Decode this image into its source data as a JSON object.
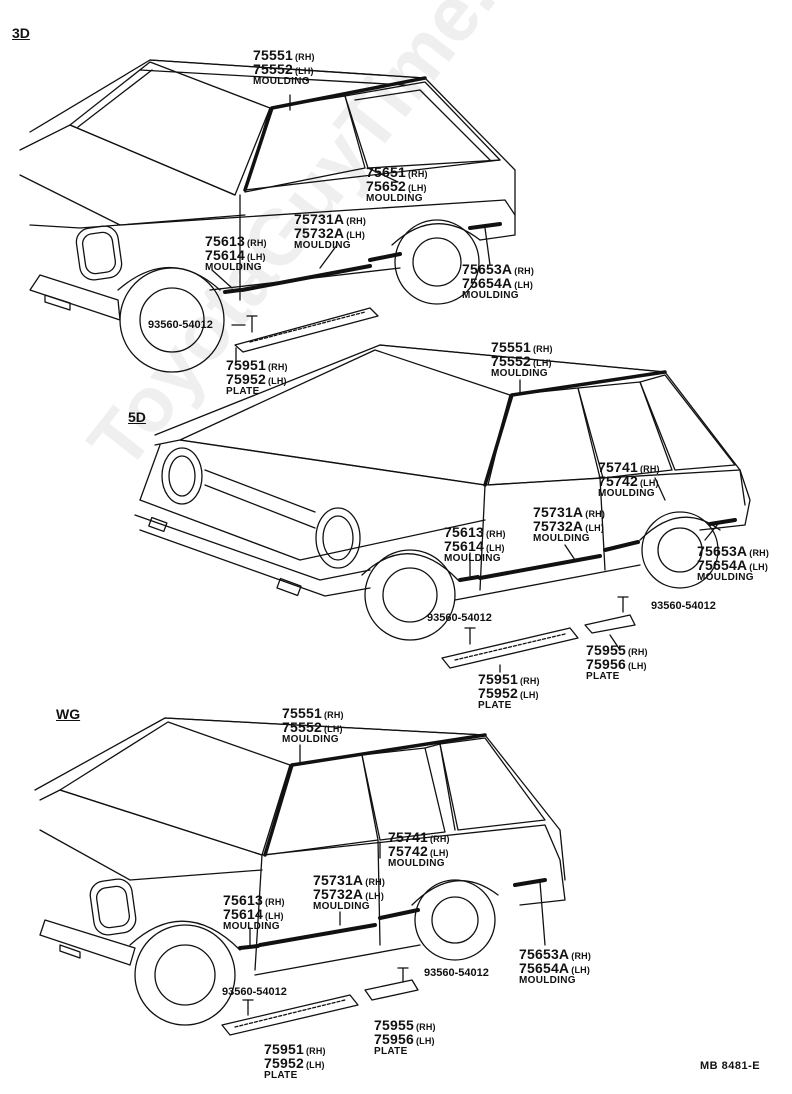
{
  "sections": [
    {
      "id": "3d",
      "label": "3D",
      "callouts": [
        {
          "n1": "75551",
          "s1": "(RH)",
          "n2": "75552",
          "s2": "(LH)",
          "desc": "MOULDING"
        },
        {
          "n1": "75651",
          "s1": "(RH)",
          "n2": "75652",
          "s2": "(LH)",
          "desc": "MOULDING"
        },
        {
          "n1": "75731A",
          "s1": "(RH)",
          "n2": "75732A",
          "s2": "(LH)",
          "desc": "MOULDING"
        },
        {
          "n1": "75613",
          "s1": "(RH)",
          "n2": "75614",
          "s2": "(LH)",
          "desc": "MOULDING"
        },
        {
          "n1": "75653A",
          "s1": "(RH)",
          "n2": "75654A",
          "s2": "(LH)",
          "desc": "MOULDING"
        },
        {
          "n1": "75951",
          "s1": "(RH)",
          "n2": "75952",
          "s2": "(LH)",
          "desc": "PLATE"
        }
      ],
      "screw": "93560-54012"
    },
    {
      "id": "5d",
      "label": "5D",
      "callouts": [
        {
          "n1": "75551",
          "s1": "(RH)",
          "n2": "75552",
          "s2": "(LH)",
          "desc": "MOULDING"
        },
        {
          "n1": "75741",
          "s1": "(RH)",
          "n2": "75742",
          "s2": "(LH)",
          "desc": "MOULDING"
        },
        {
          "n1": "75731A",
          "s1": "(RH)",
          "n2": "75732A",
          "s2": "(LH)",
          "desc": "MOULDING"
        },
        {
          "n1": "75613",
          "s1": "(RH)",
          "n2": "75614",
          "s2": "(LH)",
          "desc": "MOULDING"
        },
        {
          "n1": "75653A",
          "s1": "(RH)",
          "n2": "75654A",
          "s2": "(LH)",
          "desc": "MOULDING"
        },
        {
          "n1": "75955",
          "s1": "(RH)",
          "n2": "75956",
          "s2": "(LH)",
          "desc": "PLATE"
        },
        {
          "n1": "75951",
          "s1": "(RH)",
          "n2": "75952",
          "s2": "(LH)",
          "desc": "PLATE"
        }
      ],
      "screw1": "93560-54012",
      "screw2": "93560-54012"
    },
    {
      "id": "wg",
      "label": "WG",
      "callouts": [
        {
          "n1": "75551",
          "s1": "(RH)",
          "n2": "75552",
          "s2": "(LH)",
          "desc": "MOULDING"
        },
        {
          "n1": "75741",
          "s1": "(RH)",
          "n2": "75742",
          "s2": "(LH)",
          "desc": "MOULDING"
        },
        {
          "n1": "75731A",
          "s1": "(RH)",
          "n2": "75732A",
          "s2": "(LH)",
          "desc": "MOULDING"
        },
        {
          "n1": "75613",
          "s1": "(RH)",
          "n2": "75614",
          "s2": "(LH)",
          "desc": "MOULDING"
        },
        {
          "n1": "75653A",
          "s1": "(RH)",
          "n2": "75654A",
          "s2": "(LH)",
          "desc": "MOULDING"
        },
        {
          "n1": "75955",
          "s1": "(RH)",
          "n2": "75956",
          "s2": "(LH)",
          "desc": "PLATE"
        },
        {
          "n1": "75951",
          "s1": "(RH)",
          "n2": "75952",
          "s2": "(LH)",
          "desc": "PLATE"
        }
      ],
      "screw1": "93560-54012",
      "screw2": "93560-54012"
    }
  ],
  "figure_code": "MB  8481-E",
  "watermark": "ToyotaGuyTime.ru"
}
